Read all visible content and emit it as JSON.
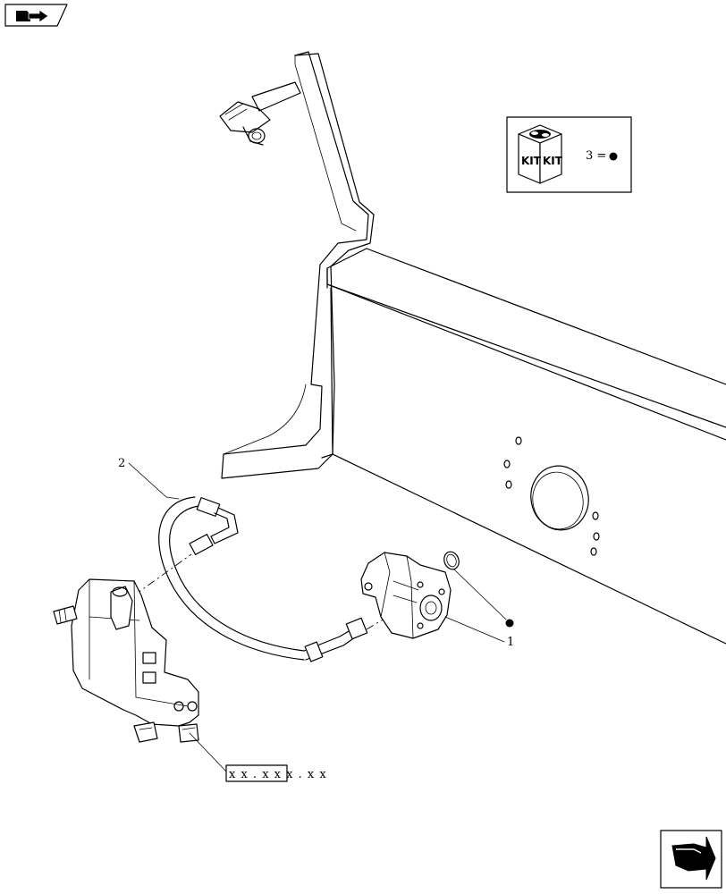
{
  "callouts": {
    "part_1": "1",
    "part_2": "2"
  },
  "kit_legend": {
    "kit_label_left": "KIT",
    "kit_label_right": "KIT",
    "equation": "3 ="
  },
  "reference_code": "x x . x x x . x x",
  "icons": {
    "top_left": "book-with-arrow-icon",
    "bottom_right": "next-page-arrow-icon"
  }
}
